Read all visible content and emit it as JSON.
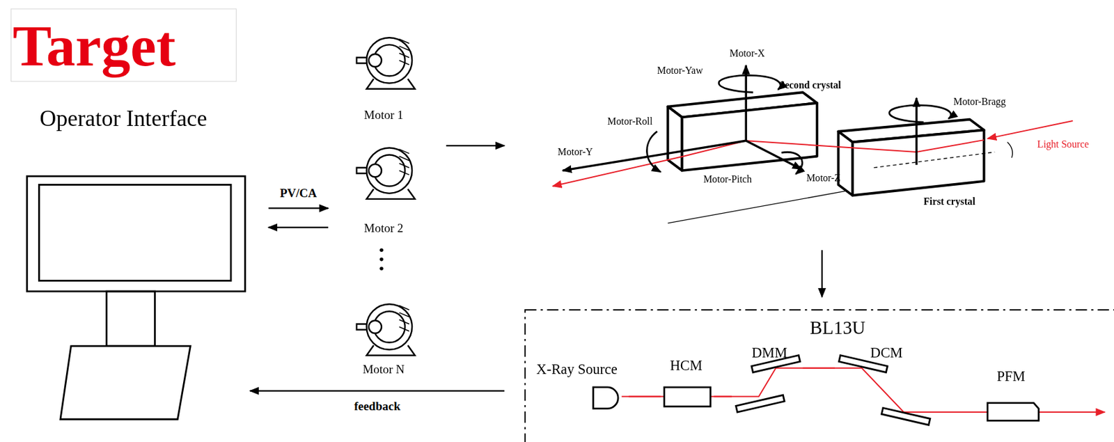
{
  "diagram": {
    "nodes": [
      {
        "text": [
          "Target"
        ]
      },
      {
        "text": [
          "Operator Interface"
        ]
      },
      {
        "text": [
          "Motor 1"
        ]
      },
      {
        "text": [
          "Motor 2"
        ]
      },
      {
        "text": [
          "Motor N"
        ]
      },
      {
        "text": [
          "BL13U"
        ]
      },
      {
        "text": [
          "X-Ray Source"
        ],
        "in": 5
      },
      {
        "text": [
          "HCM"
        ],
        "in": 5
      },
      {
        "text": [
          "DMM"
        ],
        "in": 5
      },
      {
        "text": [
          "DCM"
        ],
        "in": 5
      },
      {
        "text": [
          "PFM"
        ],
        "in": 5
      }
    ],
    "edges": [
      {
        "from": 1,
        "to": 3,
        "arrow": "to",
        "label": "PV/CA"
      },
      {
        "from": 3,
        "to": 1,
        "arrow": "to"
      },
      {
        "from": 5,
        "to": 1,
        "arrow": "to",
        "label": "feedback"
      },
      {
        "from": 6,
        "to": 7,
        "arrow": "none"
      },
      {
        "from": 7,
        "to": 8,
        "arrow": "none"
      },
      {
        "from": 8,
        "to": 9,
        "arrow": "none"
      },
      {
        "from": 9,
        "to": 10,
        "arrow": "none"
      }
    ],
    "labels": [
      "Motor-X",
      "Motor-Yaw",
      "Second crystal",
      "Motor-Bragg",
      "Motor-Roll",
      "Light Source",
      "Motor-Y",
      "Motor-Pitch",
      "Motor-Z",
      "First crystal"
    ]
  }
}
